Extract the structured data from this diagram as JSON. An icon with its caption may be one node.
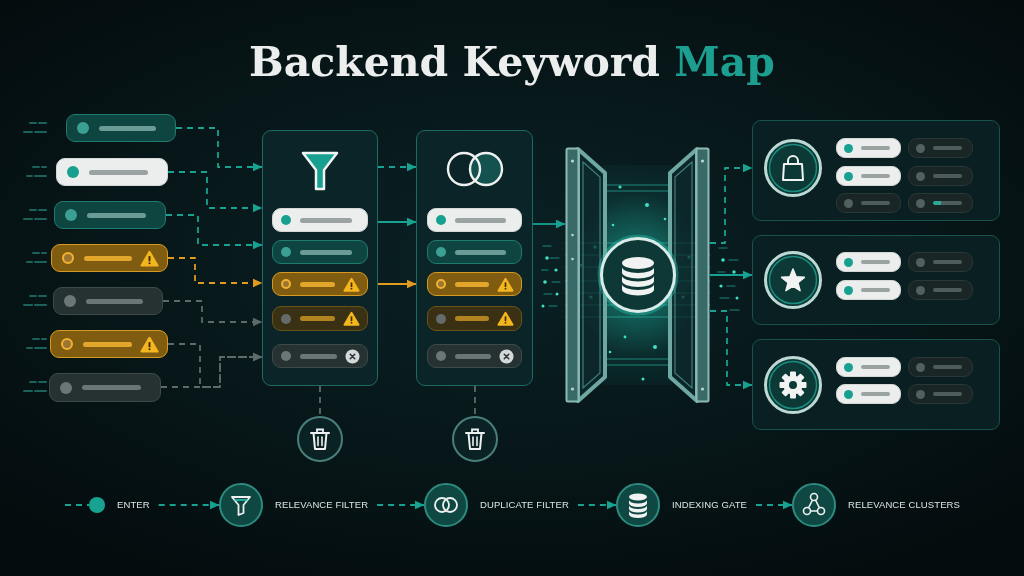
{
  "diagram": {
    "title": "Backend Keyword Map",
    "nodes": [
      {
        "text": [],
        "shape": "box"
      },
      {
        "text": [],
        "shape": "box"
      },
      {
        "text": [],
        "shape": "box"
      },
      {
        "text": [],
        "shape": "box"
      },
      {
        "text": [],
        "shape": "box"
      },
      {
        "text": [],
        "shape": "box"
      },
      {
        "text": [],
        "shape": "box"
      },
      {
        "text": [],
        "shape": "box"
      },
      {
        "text": [],
        "shape": "box",
        "in": 7
      },
      {
        "text": [],
        "shape": "box",
        "in": 7
      },
      {
        "text": [],
        "shape": "box",
        "in": 7
      },
      {
        "text": [],
        "shape": "box",
        "in": 7
      },
      {
        "text": [],
        "shape": "box",
        "in": 7
      },
      {
        "text": [],
        "shape": "box"
      },
      {
        "text": [],
        "shape": "box",
        "in": 13
      },
      {
        "text": [],
        "shape": "box",
        "in": 13
      },
      {
        "text": [],
        "shape": "box",
        "in": 13
      },
      {
        "text": [],
        "shape": "box",
        "in": 13
      },
      {
        "text": [],
        "shape": "box",
        "in": 13
      },
      {
        "text": [],
        "shape": "picture"
      },
      {
        "text": [],
        "shape": "box"
      },
      {
        "text": [],
        "shape": "box",
        "in": 20
      },
      {
        "text": [],
        "shape": "box",
        "in": 20
      },
      {
        "text": [],
        "shape": "box",
        "in": 20
      },
      {
        "text": [],
        "shape": "box",
        "in": 20
      },
      {
        "text": [],
        "shape": "box",
        "in": 20
      },
      {
        "text": [],
        "shape": "box",
        "in": 20
      },
      {
        "text": [],
        "shape": "box"
      },
      {
        "text": [],
        "shape": "box",
        "in": 27
      },
      {
        "text": [],
        "shape": "box",
        "in": 27
      },
      {
        "text": [],
        "shape": "box",
        "in": 27
      },
      {
        "text": [],
        "shape": "box",
        "in": 27
      },
      {
        "text": [],
        "shape": "box"
      },
      {
        "text": [],
        "shape": "box",
        "in": 32
      },
      {
        "text": [],
        "shape": "box",
        "in": 32
      },
      {
        "text": [],
        "shape": "box",
        "in": 32
      },
      {
        "text": [],
        "shape": "box",
        "in": 32
      },
      {
        "text": [],
        "shape": "circle"
      },
      {
        "text": [],
        "shape": "circle"
      },
      {
        "text": [
          "ENTER"
        ]
      },
      {
        "text": [
          "RELEVANCE FILTER"
        ]
      },
      {
        "text": [
          "DUPLICATE FILTER"
        ]
      },
      {
        "text": [
          "INDEXING GATE"
        ]
      },
      {
        "text": [
          "RELEVANCE CLUSTERS"
        ]
      }
    ],
    "edges": [
      {
        "from": 0,
        "to": 7,
        "arrow": "to",
        "style": "dashed"
      },
      {
        "from": 1,
        "to": 7,
        "arrow": "to",
        "style": "dashed"
      },
      {
        "from": 2,
        "to": 7,
        "arrow": "to",
        "style": "dashed"
      },
      {
        "from": 3,
        "to": 7,
        "arrow": "to",
        "style": "dashed",
        "color": "#e09c1c"
      },
      {
        "from": 4,
        "to": 7,
        "arrow": "to",
        "style": "dashed",
        "color": "#5e6a6a"
      },
      {
        "from": 5,
        "to": 7,
        "arrow": "to",
        "style": "dashed",
        "color": "#5e6a6a"
      },
      {
        "from": 6,
        "to": 7,
        "arrow": "to",
        "style": "dashed",
        "color": "#5e6a6a"
      },
      {
        "from": 7,
        "to": 13,
        "arrow": "to",
        "style": "dashed"
      },
      {
        "from": 7,
        "to": 13,
        "arrow": "to"
      },
      {
        "from": 7,
        "to": 13,
        "arrow": "to",
        "color": "#e09c1c"
      },
      {
        "from": 13,
        "to": 19,
        "arrow": "to"
      },
      {
        "from": 19,
        "to": 20,
        "arrow": "to",
        "style": "dashed"
      },
      {
        "from": 19,
        "to": 27,
        "arrow": "to"
      },
      {
        "from": 19,
        "to": 32,
        "arrow": "to",
        "style": "dashed"
      },
      {
        "from": 7,
        "to": 37,
        "arrow": "none",
        "style": "dashed",
        "color": "#5e6a6a"
      },
      {
        "from": 13,
        "to": 38,
        "arrow": "none",
        "style": "dashed",
        "color": "#5e6a6a"
      },
      {
        "from": null,
        "to": 39,
        "arrow": "none",
        "style": "dashed"
      },
      {
        "from": 39,
        "to": 40,
        "arrow": "to",
        "style": "dashed"
      },
      {
        "from": 40,
        "to": 41,
        "arrow": "to",
        "style": "dashed"
      },
      {
        "from": 41,
        "to": 42,
        "arrow": "to",
        "style": "dashed"
      },
      {
        "from": 42,
        "to": 43,
        "arrow": "to",
        "style": "dashed"
      }
    ]
  }
}
